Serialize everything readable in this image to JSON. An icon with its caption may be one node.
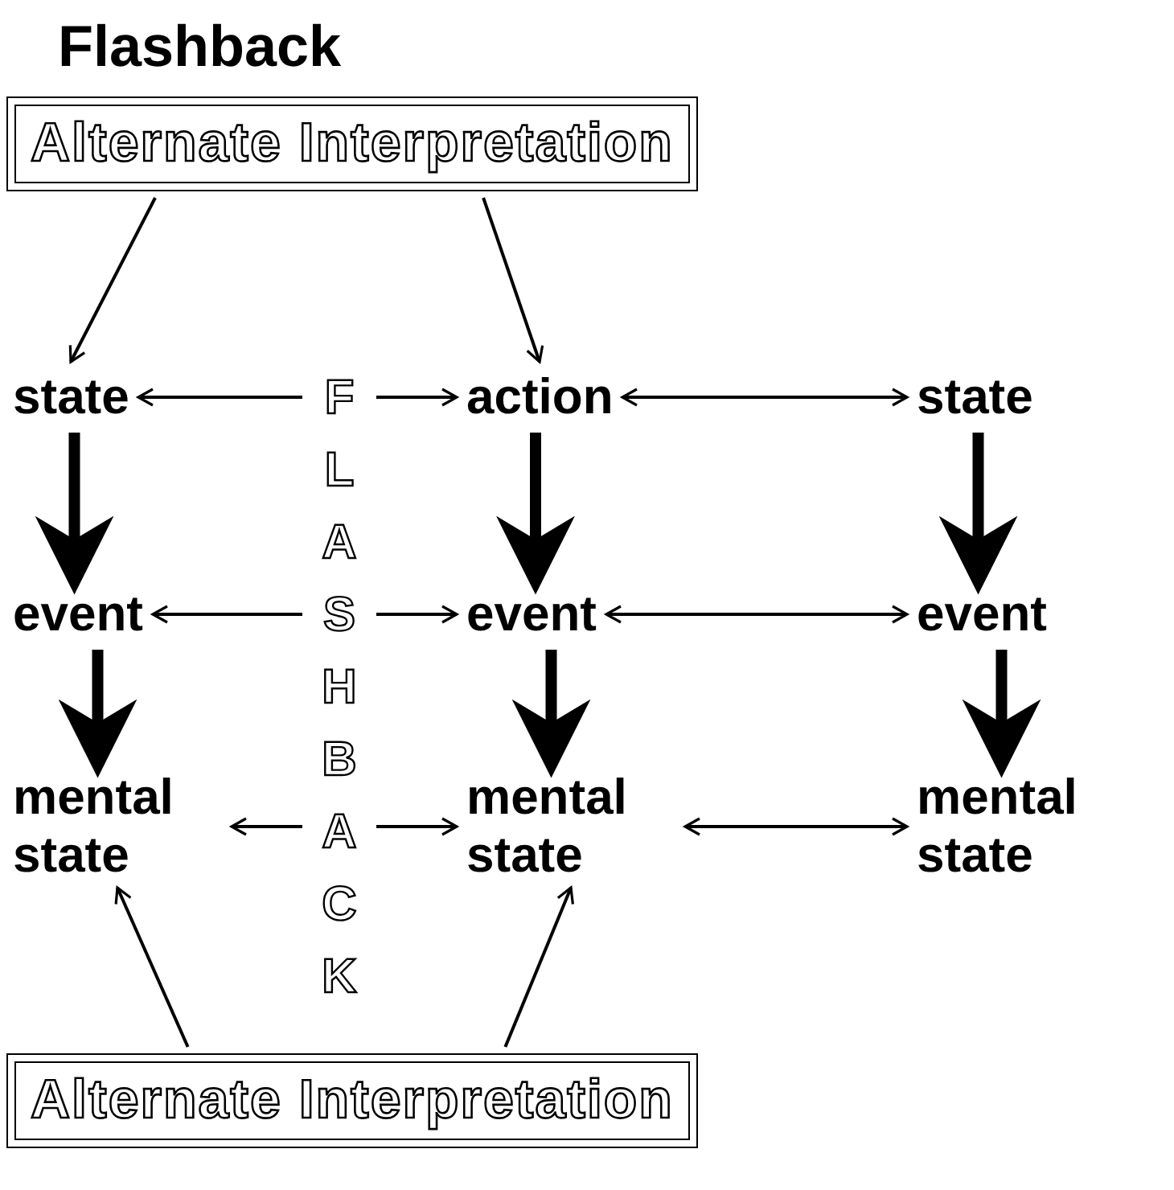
{
  "diagram": {
    "title": "Flashback",
    "nodes": [
      {
        "text": [
          "Alternate Interpretation"
        ]
      },
      {
        "text": [
          "state"
        ]
      },
      {
        "text": [
          "event"
        ]
      },
      {
        "text": [
          "mental state"
        ]
      },
      {
        "text": [
          "FLASHBACK"
        ]
      },
      {
        "text": [
          "action"
        ]
      },
      {
        "text": [
          "event"
        ]
      },
      {
        "text": [
          "mental state"
        ]
      },
      {
        "text": [
          "state"
        ]
      },
      {
        "text": [
          "event"
        ]
      },
      {
        "text": [
          "mental state"
        ]
      },
      {
        "text": [
          "Alternate Interpretation"
        ]
      }
    ],
    "edges": [
      {
        "from": 0,
        "to": 1,
        "arrow": "to"
      },
      {
        "from": 0,
        "to": 5,
        "arrow": "to"
      },
      {
        "from": 4,
        "to": 1,
        "arrow": "to"
      },
      {
        "from": 4,
        "to": 5,
        "arrow": "to"
      },
      {
        "from": 5,
        "to": 8,
        "arrow": "both"
      },
      {
        "from": 1,
        "to": 2,
        "arrow": "to",
        "style": "thick"
      },
      {
        "from": 5,
        "to": 6,
        "arrow": "to",
        "style": "thick"
      },
      {
        "from": 8,
        "to": 9,
        "arrow": "to",
        "style": "thick"
      },
      {
        "from": 4,
        "to": 2,
        "arrow": "to"
      },
      {
        "from": 4,
        "to": 6,
        "arrow": "to"
      },
      {
        "from": 6,
        "to": 9,
        "arrow": "both"
      },
      {
        "from": 2,
        "to": 3,
        "arrow": "to",
        "style": "thick"
      },
      {
        "from": 6,
        "to": 7,
        "arrow": "to",
        "style": "thick"
      },
      {
        "from": 9,
        "to": 10,
        "arrow": "to",
        "style": "thick"
      },
      {
        "from": 4,
        "to": 3,
        "arrow": "to"
      },
      {
        "from": 4,
        "to": 7,
        "arrow": "to"
      },
      {
        "from": 7,
        "to": 10,
        "arrow": "both"
      },
      {
        "from": 11,
        "to": 3,
        "arrow": "to"
      },
      {
        "from": 11,
        "to": 7,
        "arrow": "to"
      }
    ]
  }
}
